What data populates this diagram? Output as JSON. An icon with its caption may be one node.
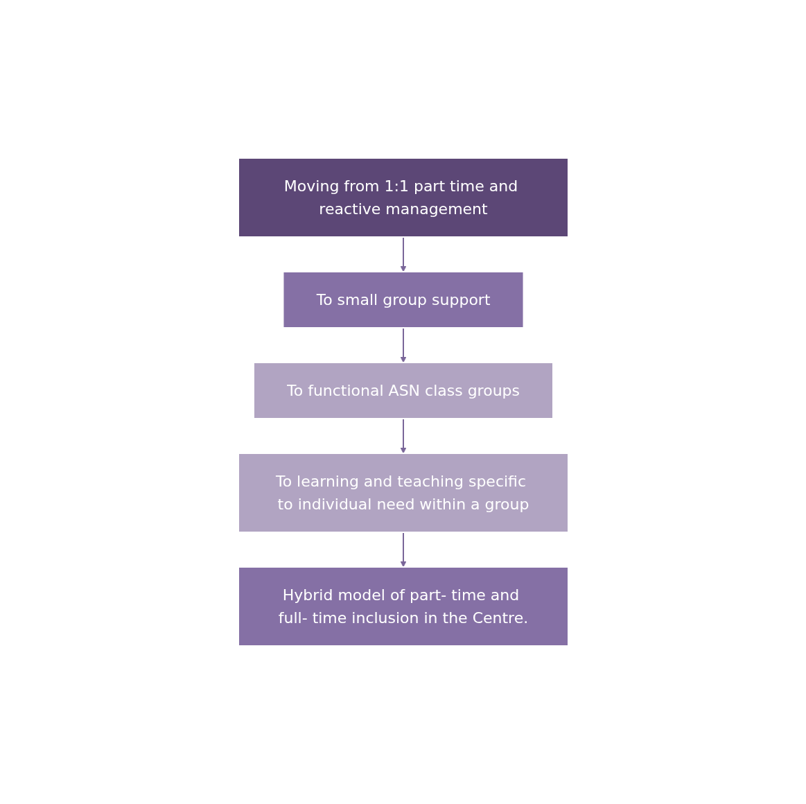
{
  "diagram": {
    "nodes": [
      {
        "text": [
          "Moving from 1:1 part time and reactive management"
        ]
      },
      {
        "text": [
          "To small group support"
        ]
      },
      {
        "text": [
          "To functional ASN class groups"
        ]
      },
      {
        "text": [
          "To learning and teaching specific to individual need within a group"
        ]
      },
      {
        "text": [
          "Hybrid model of part- time and full- time inclusion in the Centre."
        ]
      }
    ],
    "edges": [
      {
        "from": 0,
        "to": 1,
        "arrow": "to"
      },
      {
        "from": 1,
        "to": 2,
        "arrow": "to"
      },
      {
        "from": 2,
        "to": 3,
        "arrow": "to"
      },
      {
        "from": 3,
        "to": 4,
        "arrow": "to"
      }
    ]
  }
}
